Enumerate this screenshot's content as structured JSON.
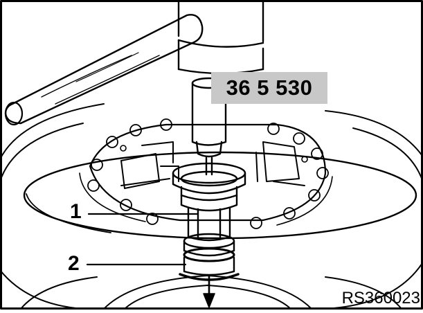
{
  "figure": {
    "tool_number": "36 5 530",
    "callouts": [
      {
        "number": "1"
      },
      {
        "number": "2"
      }
    ],
    "reference_code": "RS360023"
  },
  "colors": {
    "line": "#000000",
    "background": "#ffffff",
    "label_box": "#c8c8c8"
  },
  "icons": {
    "press_direction": "arrow-down-icon"
  }
}
